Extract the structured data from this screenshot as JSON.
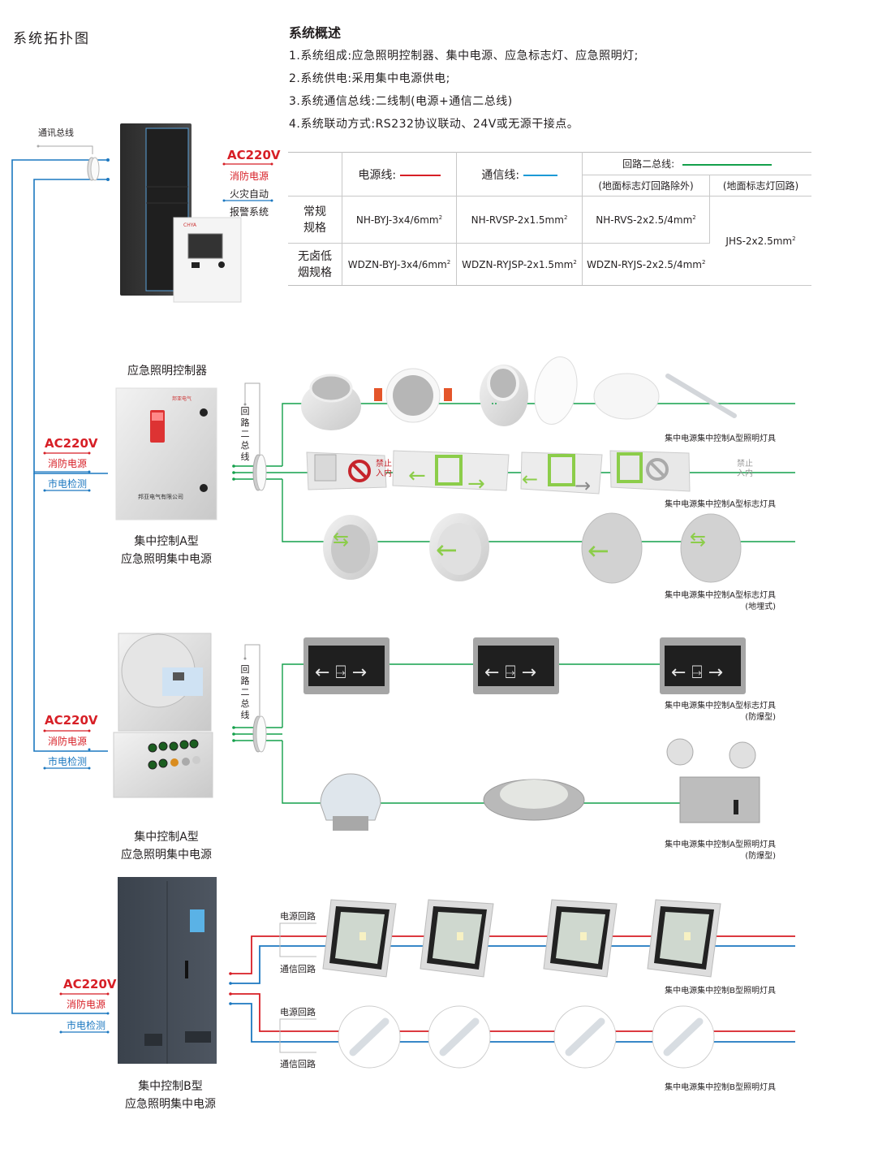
{
  "page_title": "系统拓扑图",
  "overview": {
    "title": "系统概述",
    "items": [
      "1.系统组成:应急照明控制器、集中电源、应急标志灯、应急照明灯;",
      "2.系统供电:采用集中电源供电;",
      "3.系统通信总线:二线制(电源+通信二总线)",
      "4.系统联动方式:RS232协议联动、24V或无源干接点。"
    ]
  },
  "spec_table": {
    "headers": {
      "power": "电源线:",
      "comm": "通信线:",
      "loop": "回路二总线:",
      "loop_sub1": "(地面标志灯回路除外)",
      "loop_sub2": "(地面标志灯回路)"
    },
    "rows": [
      {
        "label": [
          "常规",
          "规格"
        ],
        "power": "NH-BYJ-3x4/6mm",
        "comm": "NH-RVSP-2x1.5mm",
        "loop": "NH-RVS-2x2.5/4mm"
      },
      {
        "label": [
          "无卤低",
          "烟规格"
        ],
        "power": "WDZN-BYJ-3x4/6mm",
        "comm": "WDZN-RYJSP-2x1.5mm",
        "loop": "WDZN-RYJS-2x2.5/4mm"
      }
    ],
    "floor_loop": "JHS-2x2.5mm",
    "sup": "2",
    "colors": {
      "power": "#d71f26",
      "comm": "#1c9ad6",
      "loop": "#14a04b"
    }
  },
  "controller_section": {
    "comm_bus_label": "通讯总线",
    "ac_label": "AC220V",
    "fire_power": "消防电源",
    "fire_alarm_1": "火灾自动",
    "fire_alarm_2": "报警系统"
  },
  "section_a1": {
    "top_label": "应急照明控制器",
    "ac_label": "AC220V",
    "fire_power": "消防电源",
    "mains_detect": "市电检测",
    "loop_bus_vertical": "回路二总线",
    "caption": [
      "集中控制A型",
      "应急照明集中电源"
    ],
    "fixtures": [
      {
        "caption": [
          "集中电源集中控制A型照明灯具"
        ]
      },
      {
        "caption": [
          "集中电源集中控制A型标志灯具"
        ],
        "sign_text": [
          "禁止",
          "入内"
        ]
      },
      {
        "caption": [
          "集中电源集中控制A型标志灯具",
          "(地埋式)"
        ]
      }
    ]
  },
  "section_a2": {
    "ac_label": "AC220V",
    "fire_power": "消防电源",
    "mains_detect": "市电检测",
    "loop_bus_vertical": "回路二总线",
    "caption": [
      "集中控制A型",
      "应急照明集中电源"
    ],
    "fixtures": [
      {
        "caption": [
          "集中电源集中控制A型标志灯具",
          "(防爆型)"
        ]
      },
      {
        "caption": [
          "集中电源集中控制A型照明灯具",
          "(防爆型)"
        ]
      }
    ]
  },
  "section_b": {
    "ac_label": "AC220V",
    "fire_power": "消防电源",
    "mains_detect": "市电检测",
    "power_loop": "电源回路",
    "comm_loop": "通信回路",
    "caption": [
      "集中控制B型",
      "应急照明集中电源"
    ],
    "fixtures": [
      {
        "caption": [
          "集中电源集中控制B型照明灯具"
        ]
      },
      {
        "caption": [
          "集中电源集中控制B型照明灯具"
        ]
      }
    ]
  }
}
